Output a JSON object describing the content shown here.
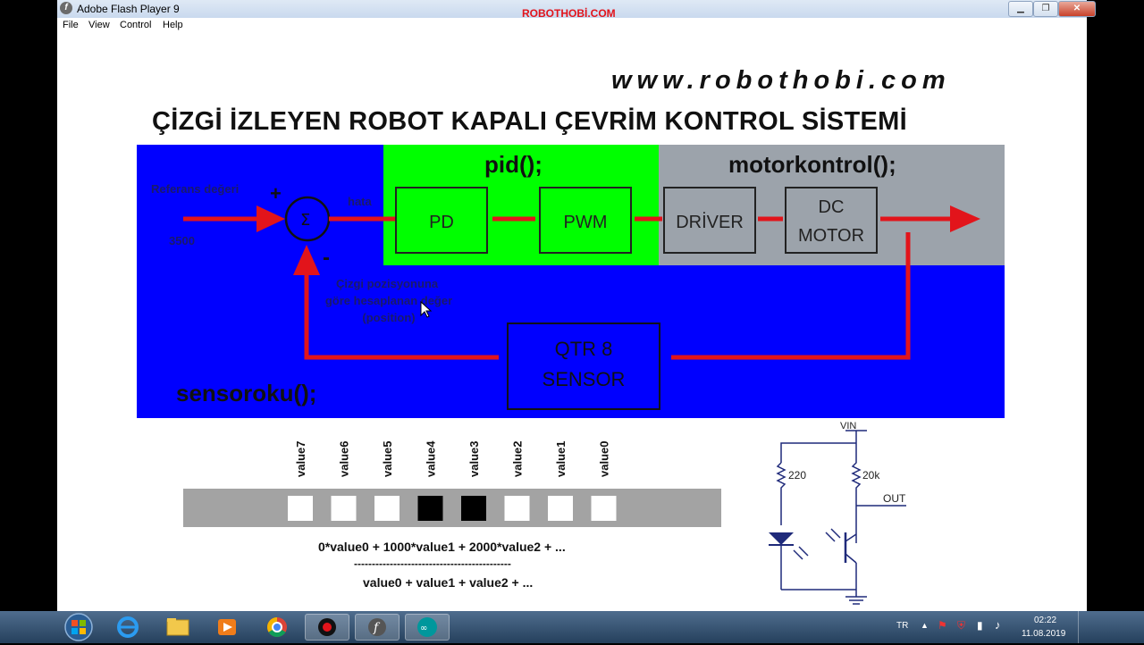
{
  "window": {
    "title": "Adobe Flash Player 9",
    "brand": "ROBOTHOBİ.COM",
    "controls": {
      "minimize": "▁",
      "maximize": "❐",
      "close": "✕"
    }
  },
  "menu": {
    "file": "File",
    "view": "View",
    "control": "Control",
    "help": "Help"
  },
  "content": {
    "website": "www.robothobi.com",
    "heading": "ÇİZGİ İZLEYEN ROBOT KAPALI ÇEVRİM KONTROL SİSTEMİ"
  },
  "diagram": {
    "pid_label": "pid();",
    "motor_label": "motorkontrol();",
    "sensor_label": "sensoroku();",
    "reference_label": "Referans değeri",
    "reference_value": "3500",
    "plus": "+",
    "minus": "-",
    "sum_symbol": "Σ",
    "error_label": "hata",
    "pd": "PD",
    "pwm": "PWM",
    "driver": "DRİVER",
    "dc_motor_line1": "DC",
    "dc_motor_line2": "MOTOR",
    "sensor_block_line1": "QTR 8",
    "sensor_block_line2": "SENSOR",
    "position_line1": "Çizgi pozisyonuna",
    "position_line2": "göre hesaplanan değer",
    "position_line3": "(position)",
    "colors": {
      "blue": "#0000ff",
      "green": "#00ff00",
      "gray": "#9ca3ab",
      "red": "#e2141b"
    }
  },
  "sensor_bits": {
    "labels": [
      "value7",
      "value6",
      "value5",
      "value4",
      "value3",
      "value2",
      "value1",
      "value0"
    ],
    "states": [
      "white",
      "white",
      "white",
      "black",
      "black",
      "white",
      "white",
      "white"
    ]
  },
  "formula": {
    "numerator": "0*value0 + 1000*value1 + 2000*value2 + ...",
    "divider": "--------------------------------------------",
    "denominator": "value0  +  value1  +  value2 + ..."
  },
  "circuit": {
    "vin": "VIN",
    "r1": "220",
    "r2": "20k",
    "out": "OUT"
  },
  "taskbar": {
    "language": "TR",
    "time": "02:22",
    "date": "11.08.2019"
  }
}
